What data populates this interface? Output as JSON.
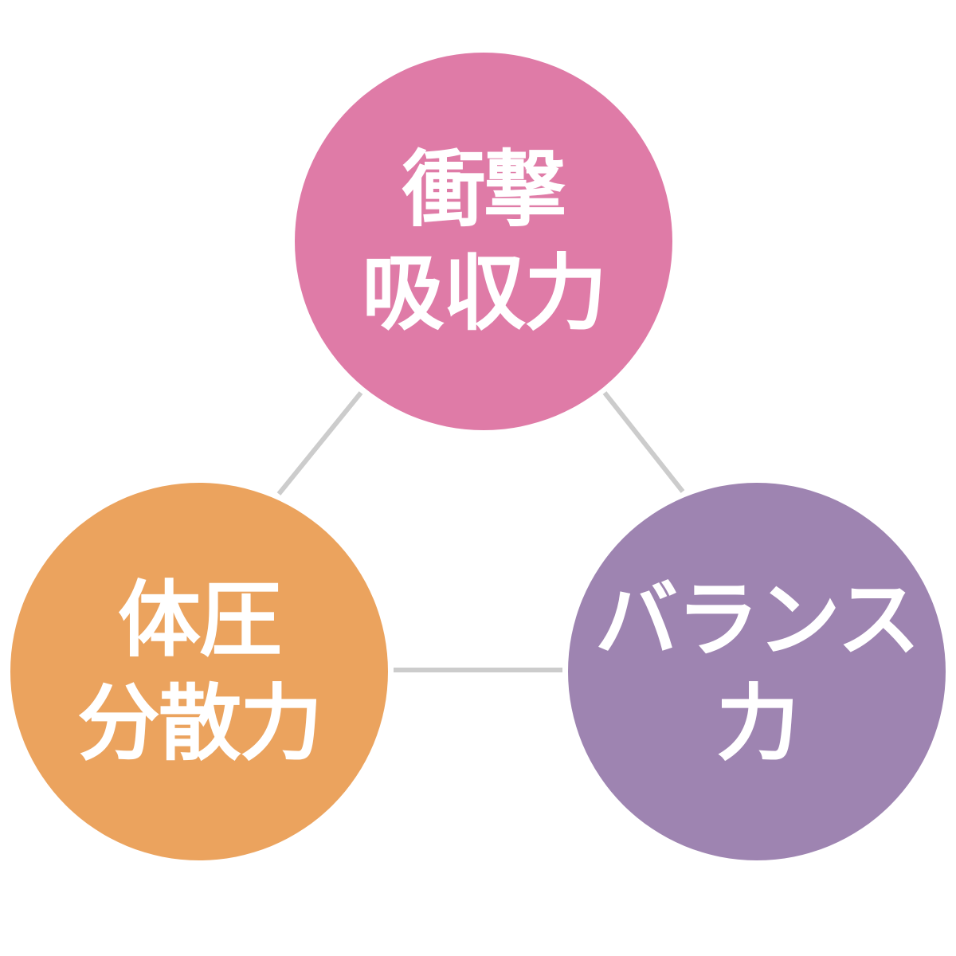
{
  "colors": {
    "shock": "#DF7BA7",
    "pressure": "#EBA35E",
    "balance": "#9E84B1",
    "connector": "#CCCCCC"
  },
  "nodes": {
    "shock": {
      "lines": [
        "衝撃",
        "吸収力"
      ]
    },
    "pressure": {
      "lines": [
        "体圧",
        "分散力"
      ]
    },
    "balance": {
      "lines": [
        "バランス",
        "力"
      ]
    }
  }
}
